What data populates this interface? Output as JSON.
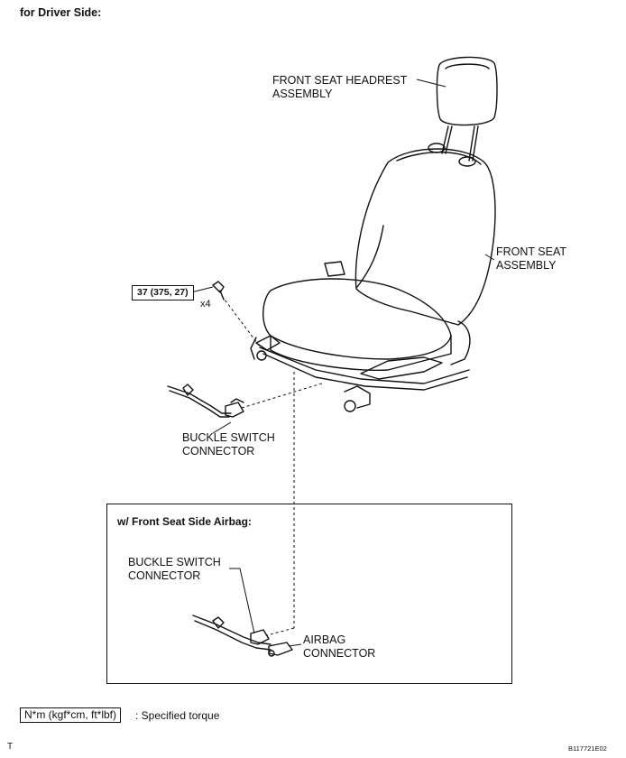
{
  "header": "for Driver Side:",
  "labels": {
    "headrest_line1": "FRONT SEAT HEADREST",
    "headrest_line2": "ASSEMBLY",
    "seat_line1": "FRONT SEAT",
    "seat_line2": "ASSEMBLY",
    "torque": "37 (375, 27)",
    "bolt_count": "x4",
    "buckle_line1": "BUCKLE SWITCH",
    "buckle_line2": "CONNECTOR"
  },
  "inset": {
    "title": "w/ Front Seat Side Airbag:",
    "buckle_line1": "BUCKLE SWITCH",
    "buckle_line2": "CONNECTOR",
    "airbag_line1": "AIRBAG",
    "airbag_line2": "CONNECTOR"
  },
  "legend": {
    "unit": "N*m (kgf*cm, ft*lbf)",
    "description": ": Specified torque"
  },
  "footer": {
    "left_mark": "T",
    "figure_code": "B117721E02"
  }
}
